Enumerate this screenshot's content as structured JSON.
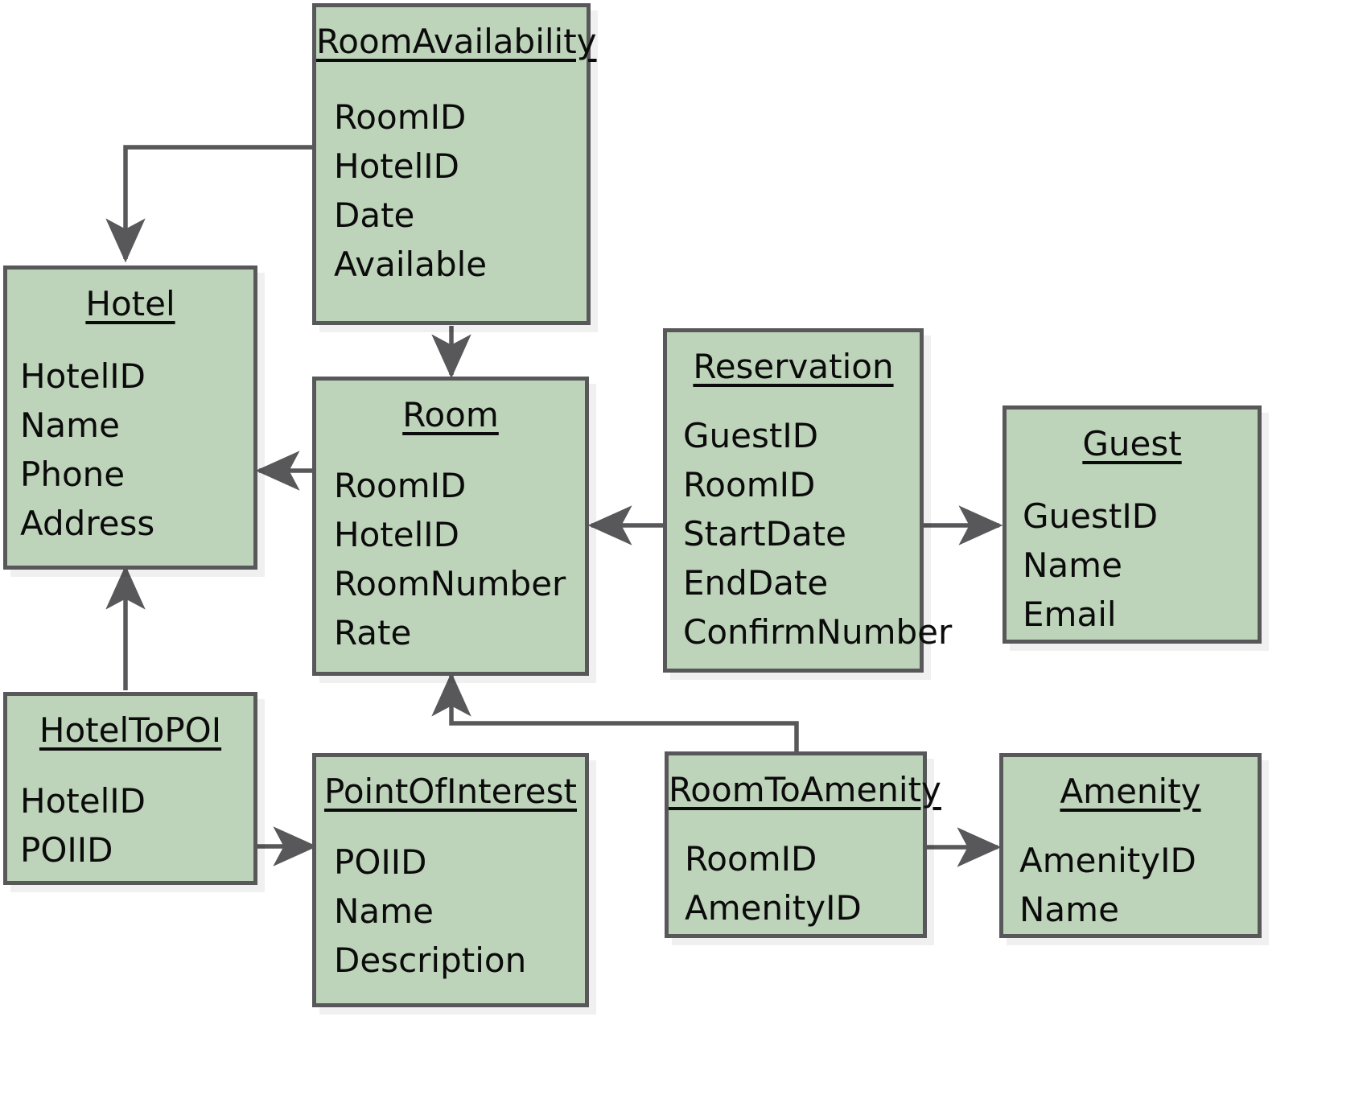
{
  "diagram": {
    "kind": "entity-relationship-diagram",
    "title_text": "",
    "colors": {
      "entity_fill": "#bed4ba",
      "entity_border": "#58585a",
      "connector": "#58585a",
      "text": "#0b0b0b",
      "background": "#ffffff"
    },
    "entities": [
      {
        "id": "roomavailability",
        "name": "RoomAvailability",
        "attributes": [
          "RoomID",
          "HotelID",
          "Date",
          "Available"
        ]
      },
      {
        "id": "hotel",
        "name": "Hotel",
        "attributes": [
          "HotelID",
          "Name",
          "Phone",
          "Address"
        ]
      },
      {
        "id": "room",
        "name": "Room",
        "attributes": [
          "RoomID",
          "HotelID",
          "RoomNumber",
          "Rate"
        ]
      },
      {
        "id": "reservation",
        "name": "Reservation",
        "attributes": [
          "GuestID",
          "RoomID",
          "StartDate",
          "EndDate",
          "ConfirmNumber"
        ]
      },
      {
        "id": "guest",
        "name": "Guest",
        "attributes": [
          "GuestID",
          "Name",
          "Email"
        ]
      },
      {
        "id": "hoteltopoi",
        "name": "HotelToPOI",
        "attributes": [
          "HotelID",
          "POIID"
        ]
      },
      {
        "id": "pointofinterest",
        "name": "PointOfInterest",
        "attributes": [
          "POIID",
          "Name",
          "Description"
        ]
      },
      {
        "id": "roomtoamenity",
        "name": "RoomToAmenity",
        "attributes": [
          "RoomID",
          "AmenityID"
        ]
      },
      {
        "id": "amenity",
        "name": "Amenity",
        "attributes": [
          "AmenityID",
          "Name"
        ]
      }
    ],
    "relationships": [
      {
        "from": "RoomAvailability",
        "to": "Hotel",
        "direction": "to"
      },
      {
        "from": "RoomAvailability",
        "to": "Room",
        "direction": "to"
      },
      {
        "from": "Room",
        "to": "Hotel",
        "direction": "to"
      },
      {
        "from": "Reservation",
        "to": "Room",
        "direction": "to"
      },
      {
        "from": "Reservation",
        "to": "Guest",
        "direction": "to"
      },
      {
        "from": "HotelToPOI",
        "to": "Hotel",
        "direction": "to"
      },
      {
        "from": "HotelToPOI",
        "to": "PointOfInterest",
        "direction": "to"
      },
      {
        "from": "RoomToAmenity",
        "to": "Room",
        "direction": "to"
      },
      {
        "from": "RoomToAmenity",
        "to": "Amenity",
        "direction": "to"
      }
    ]
  }
}
